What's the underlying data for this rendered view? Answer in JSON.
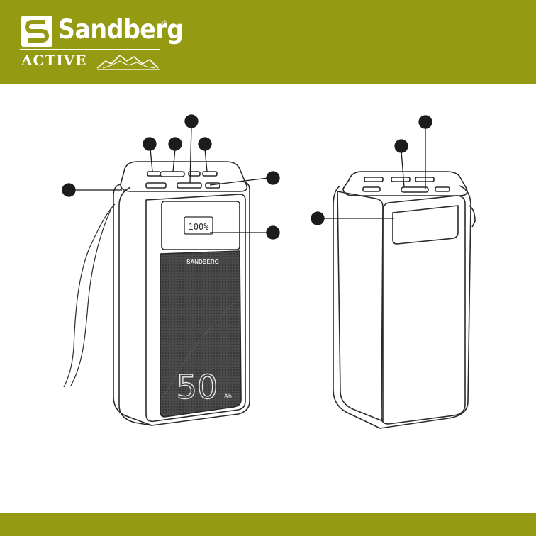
{
  "brand": {
    "name": "Sandberg",
    "registered_mark": "®",
    "sub_brand": "ACTIVE"
  },
  "colors": {
    "header_band": "#949a12",
    "footer_band": "#949a12",
    "line_art": "#2a2a2a",
    "callout_marker": "#1c1c1c"
  },
  "product_labels": {
    "display_digits": "100%",
    "front_logo": "SANDBERG",
    "capacity_number": "50",
    "capacity_unit": "Ah"
  },
  "callout_markers": {
    "front_view_count": 7,
    "back_view_count": 3
  }
}
